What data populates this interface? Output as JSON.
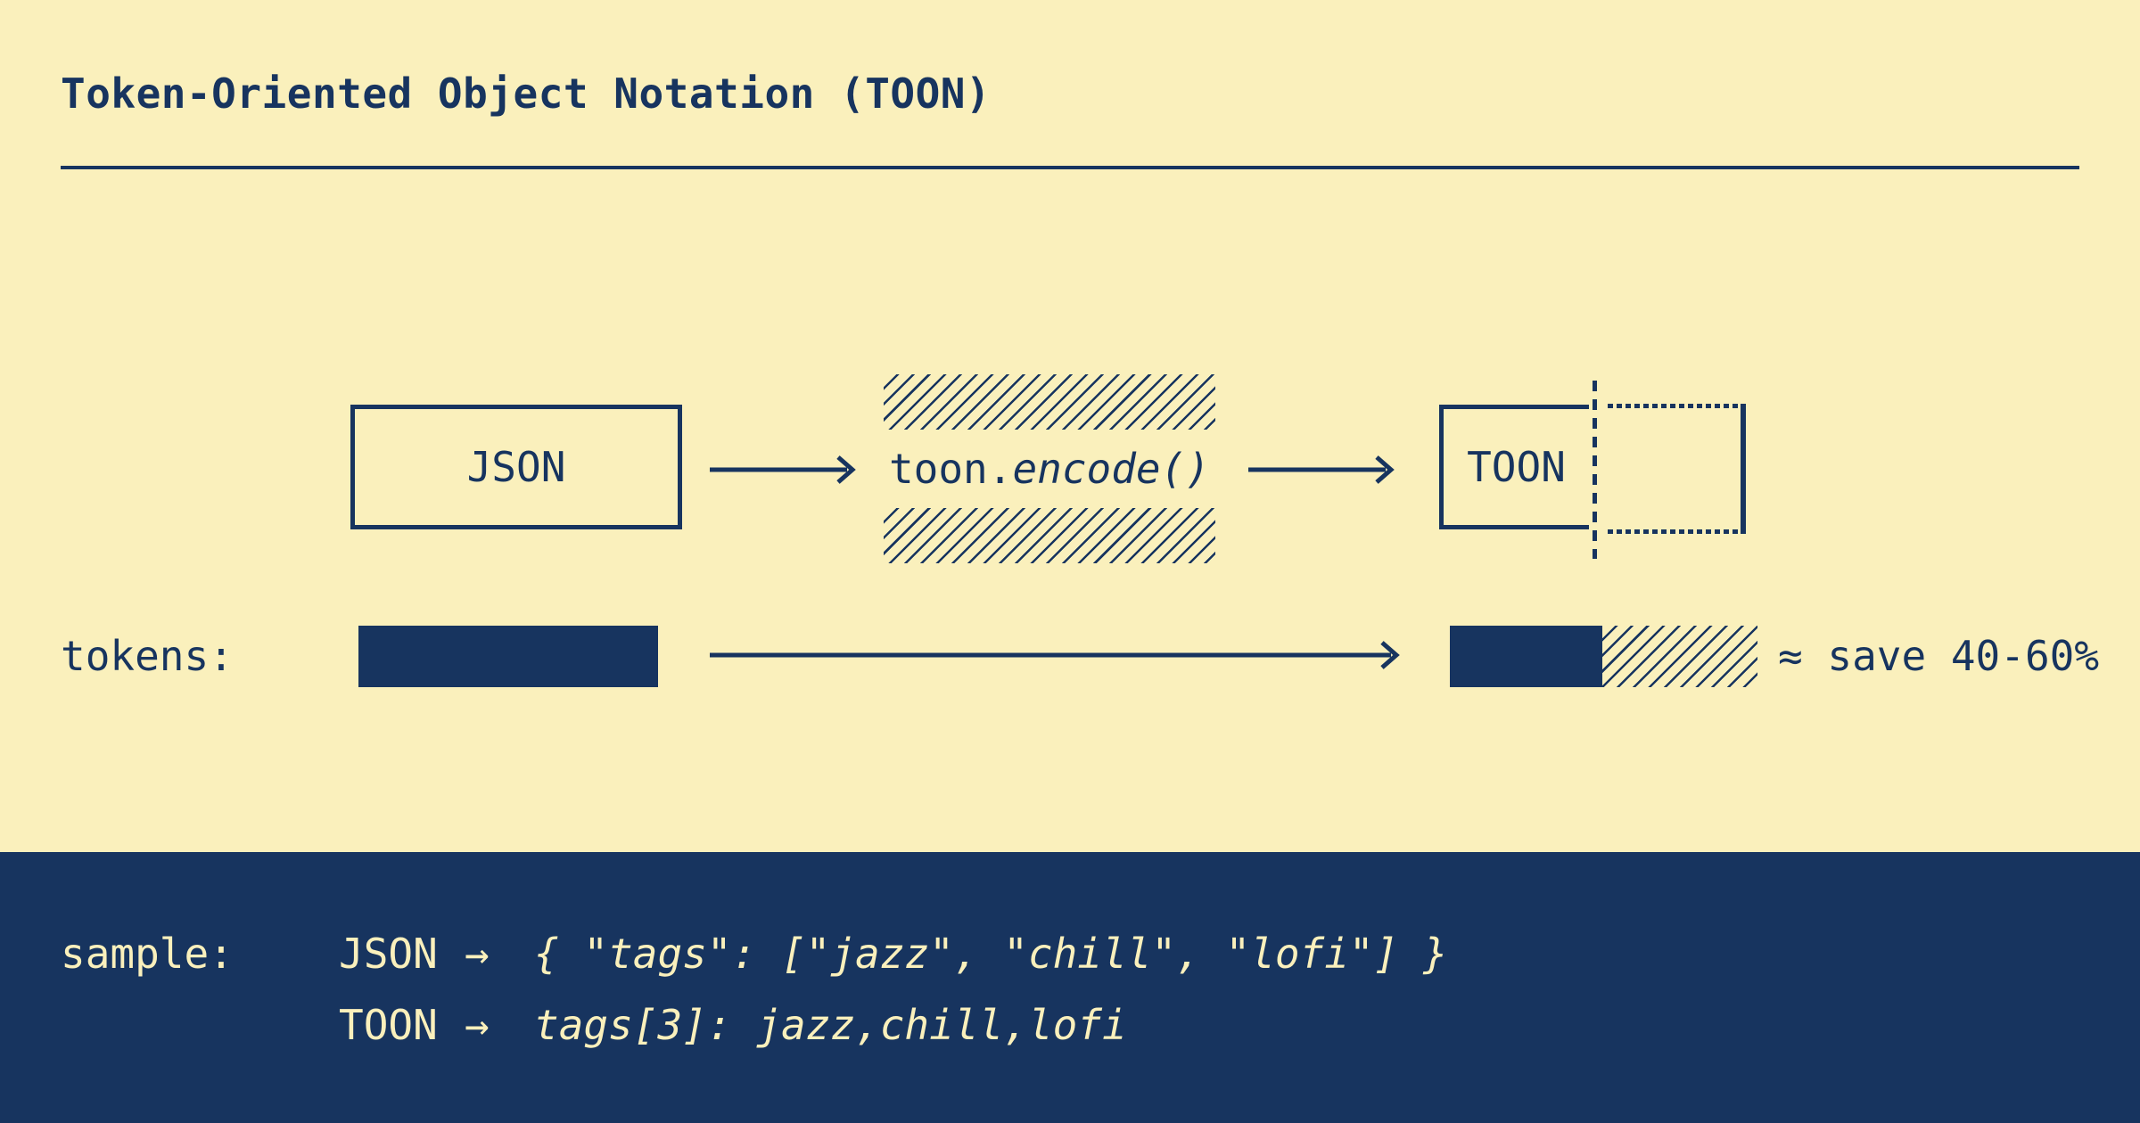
{
  "colors": {
    "cream": "#FAF0BC",
    "navy": "#17345F"
  },
  "header": {
    "title": "Token-Oriented Object Notation (TOON)"
  },
  "flow": {
    "json_box_label": "JSON",
    "encoder_prefix": "toon.",
    "encoder_call": "encode()",
    "toon_box_label": "TOON"
  },
  "tokens_row": {
    "label": "tokens:",
    "savings_note": "≈ save 40-60%"
  },
  "sample": {
    "label": "sample:",
    "rows": [
      {
        "name": "JSON",
        "arrow": "→",
        "code": "{ \"tags\": [\"jazz\", \"chill\", \"lofi\"] }"
      },
      {
        "name": "TOON",
        "arrow": "→",
        "code": "tags[3]: jazz,chill,lofi"
      }
    ]
  }
}
